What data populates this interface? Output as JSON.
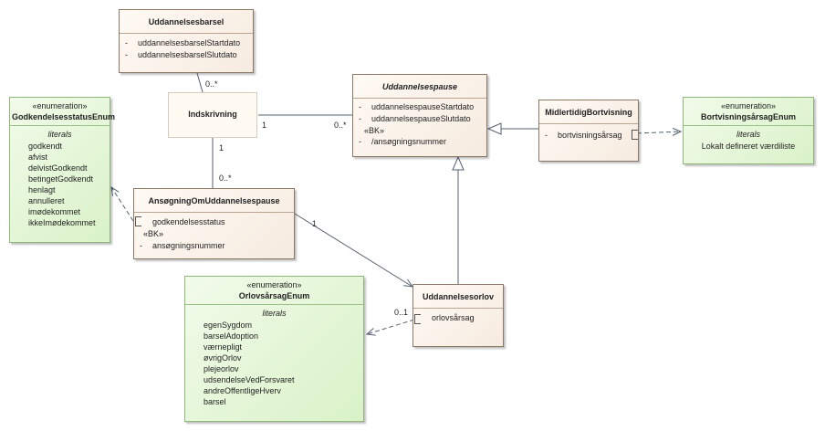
{
  "classes": {
    "uddannelsesbarsel": {
      "name": "Uddannelsesbarsel",
      "attributes": [
        {
          "visibility": "-",
          "name": "uddannelsesbarselStartdato"
        },
        {
          "visibility": "-",
          "name": "uddannelsesbarselSlutdato"
        }
      ]
    },
    "indskrivning": {
      "name": "Indskrivning"
    },
    "uddannelsespause": {
      "name": "Uddannelsespause",
      "attributes": [
        {
          "visibility": "-",
          "name": "uddannelsespauseStartdato"
        },
        {
          "visibility": "-",
          "name": "uddannelsespauseSlutdato"
        }
      ],
      "stereotype": "«BK»",
      "bk_attribute": {
        "visibility": "-",
        "name": "/ansøgningsnummer"
      }
    },
    "midlertidigBortvisning": {
      "name": "MidlertidigBortvisning",
      "attributes": [
        {
          "visibility": "-",
          "name": "bortvisningsårsag"
        }
      ]
    },
    "ansogning": {
      "name": "AnsøgningOmUddannelsespause",
      "attributes": [
        {
          "visibility": "",
          "name": "godkendelsesstatus"
        }
      ],
      "stereotype": "«BK»",
      "bk_attribute": {
        "visibility": "-",
        "name": "ansøgningsnummer"
      }
    },
    "uddannelsesorlov": {
      "name": "Uddannelsesorlov",
      "attributes": [
        {
          "visibility": "",
          "name": "orlovsårsag"
        }
      ]
    }
  },
  "enums": {
    "godkendelse": {
      "stereotype": "«enumeration»",
      "name": "GodkendelsesstatusEnum",
      "literals_label": "literals",
      "literals": [
        "godkendt",
        "afvist",
        "delvistGodkendt",
        "betingetGodkendt",
        "henlagt",
        "annulleret",
        "imødekommet",
        "ikkeImødekommet"
      ]
    },
    "bortvisning": {
      "stereotype": "«enumeration»",
      "name": "BortvisningsårsagEnum",
      "literals_label": "literals",
      "literals": [
        "Lokalt defineret værdiliste"
      ]
    },
    "orlov": {
      "stereotype": "«enumeration»",
      "name": "OrlovsårsagEnum",
      "literals_label": "literals",
      "literals": [
        "egenSygdom",
        "barselAdoption",
        "værnepligt",
        "øvrigOrlov",
        "plejeorlov",
        "udsendelseVedForsvaret",
        "andreOffentligeHverv",
        "barsel"
      ]
    }
  },
  "multiplicities": {
    "barsel_indskrivning": "0..*",
    "indskrivning_pause_src": "1",
    "indskrivning_pause_dst": "0..*",
    "indskrivning_ansogning_src": "1",
    "indskrivning_ansogning_dst": "0..*",
    "ansogning_orlov": "1",
    "orlov_enum": "0..1"
  },
  "colors": {
    "class_border": "#8c7866",
    "enum_border": "#8fb77c",
    "line": "#556070"
  }
}
